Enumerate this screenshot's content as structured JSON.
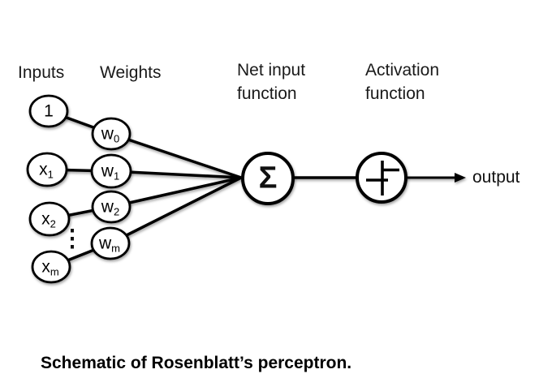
{
  "colors": {
    "background": "#ffffff",
    "stroke": "#000000",
    "node_fill": "#ffffff"
  },
  "headers": {
    "inputs": "Inputs",
    "weights": "Weights",
    "net_input_function": "Net input\nfunction",
    "activation_function": "Activation\nfunction"
  },
  "nodes": {
    "inputs": [
      {
        "base": "1",
        "sub": ""
      },
      {
        "base": "x",
        "sub": "1"
      },
      {
        "base": "x",
        "sub": "2"
      },
      {
        "base": "x",
        "sub": "m"
      }
    ],
    "weights": [
      {
        "base": "w",
        "sub": "0"
      },
      {
        "base": "w",
        "sub": "1"
      },
      {
        "base": "w",
        "sub": "2"
      },
      {
        "base": "w",
        "sub": "m"
      }
    ],
    "ellipsis": "⋮",
    "sum_symbol": "Σ"
  },
  "icons": {
    "activation_icon": "step-function-icon",
    "arrow_icon": "right-arrow-icon"
  },
  "output_label": "output",
  "caption": "Schematic of Rosenblatt’s perceptron."
}
